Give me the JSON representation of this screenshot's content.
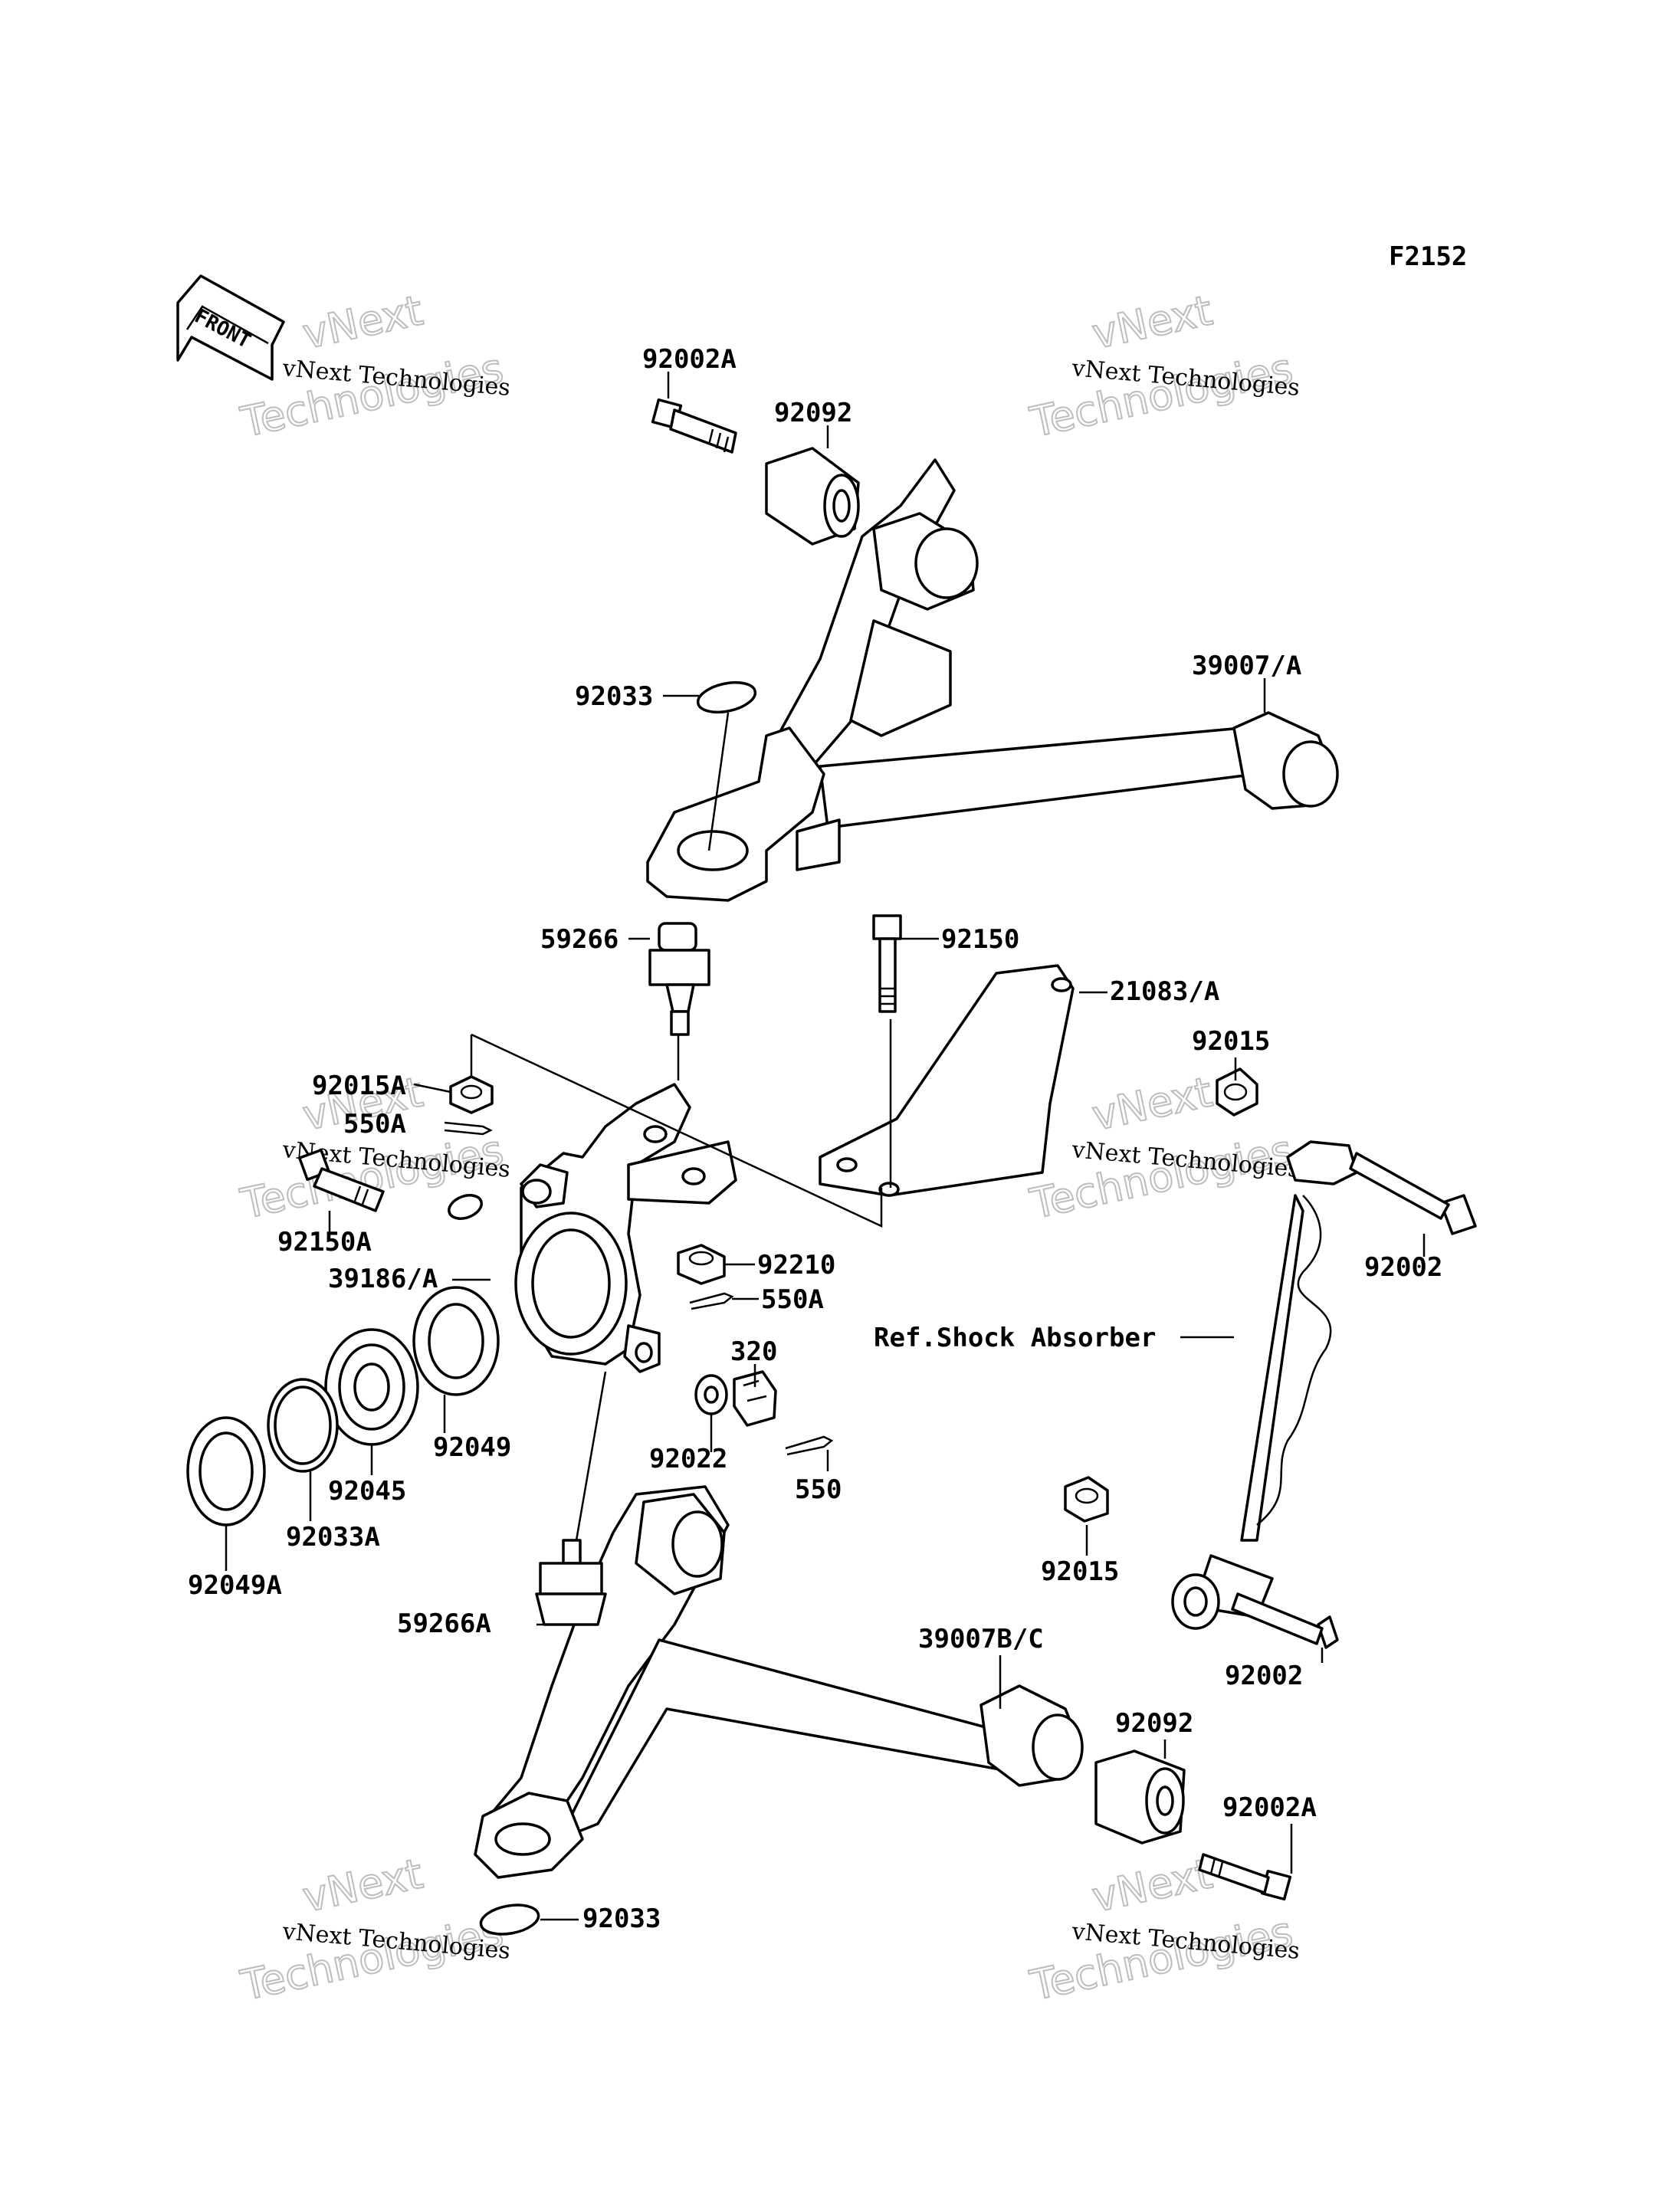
{
  "figure_code": "F2152",
  "direction_tag": "FRONT",
  "watermark": {
    "line1": "vNext",
    "line2": "Technologies",
    "line3": "vNext Technologies"
  },
  "labels": {
    "p92002A_top": "92002A",
    "p92092_top": "92092",
    "p39007A": "39007/A",
    "p92033_top": "92033",
    "p59266": "59266",
    "p92150": "92150",
    "p21083A": "21083/A",
    "p92015_right": "92015",
    "p92015A": "92015A",
    "p550A_top": "550A",
    "p92150A": "92150A",
    "p39186A": "39186/A",
    "p92210": "92210",
    "p550A_mid": "550A",
    "p320": "320",
    "p92022": "92022",
    "p550": "550",
    "p92049": "92049",
    "p92045": "92045",
    "p92033A": "92033A",
    "p92049A": "92049A",
    "p92002_right": "92002",
    "ref_shock": "Ref.Shock Absorber",
    "p92015_low": "92015",
    "p59266A": "59266A",
    "p39007BC": "39007B/C",
    "p92002_low": "92002",
    "p92092_low": "92092",
    "p92002A_low": "92002A",
    "p92033_low": "92033"
  }
}
